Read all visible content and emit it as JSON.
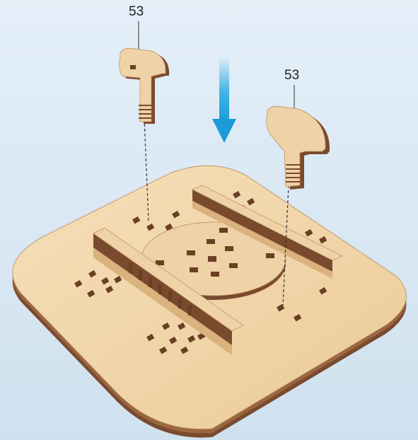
{
  "callouts": [
    {
      "label": "53"
    },
    {
      "label": "53"
    }
  ],
  "direction_arrow": "down",
  "colors": {
    "background": "#dbe9f4",
    "wood_face": "#f1d5ab",
    "wood_edge": "#7a4a2e",
    "arrow": "#25a9e4",
    "leader": "#333333"
  }
}
